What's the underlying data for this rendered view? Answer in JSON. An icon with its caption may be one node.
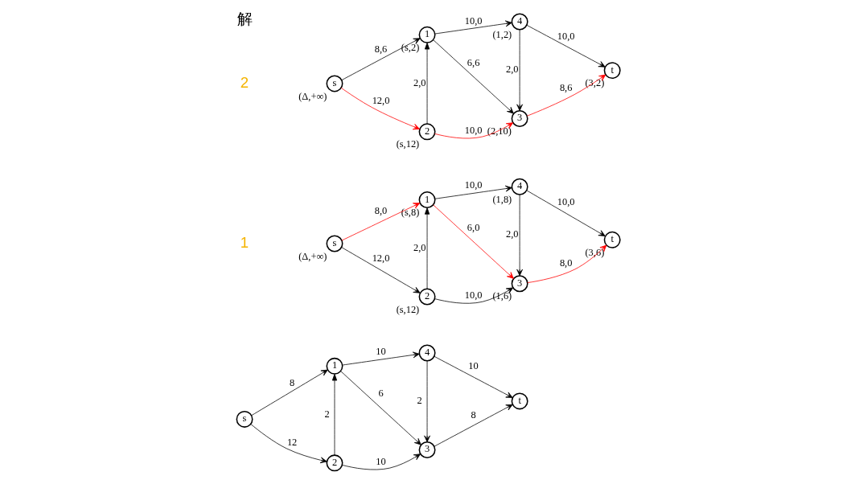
{
  "diagram": {
    "nodes": [
      {
        "text": [
          "s"
        ]
      },
      {
        "text": [
          "1"
        ]
      },
      {
        "text": [
          "2"
        ]
      },
      {
        "text": [
          "3"
        ]
      },
      {
        "text": [
          "4"
        ]
      },
      {
        "text": [
          "t"
        ]
      },
      {
        "text": [
          "s"
        ],
        "beside": [
          "(Δ,+∞)"
        ]
      },
      {
        "text": [
          "1"
        ],
        "beside": [
          "(s,8)"
        ]
      },
      {
        "text": [
          "2"
        ],
        "beside": [
          "(s,12)"
        ]
      },
      {
        "text": [
          "3"
        ],
        "beside": [
          "(1,6)"
        ]
      },
      {
        "text": [
          "4"
        ],
        "beside": [
          "(1,8)"
        ]
      },
      {
        "text": [
          "t"
        ],
        "beside": [
          "(3,6)"
        ]
      },
      {
        "text": [
          "s"
        ],
        "beside": [
          "(Δ,+∞)"
        ]
      },
      {
        "text": [
          "1"
        ],
        "beside": [
          "(s,2)"
        ]
      },
      {
        "text": [
          "2"
        ],
        "beside": [
          "(s,12)"
        ]
      },
      {
        "text": [
          "3"
        ],
        "beside": [
          "(2,10)"
        ]
      },
      {
        "text": [
          "4"
        ],
        "beside": [
          "(1,2)"
        ]
      },
      {
        "text": [
          "t"
        ],
        "beside": [
          "(3,2)"
        ]
      }
    ],
    "edges": [
      {
        "from": 0,
        "to": 1,
        "arrow": "to",
        "label": "8"
      },
      {
        "from": 0,
        "to": 2,
        "arrow": "to",
        "label": "12"
      },
      {
        "from": 2,
        "to": 1,
        "arrow": "to",
        "label": "2"
      },
      {
        "from": 1,
        "to": 4,
        "arrow": "to",
        "label": "10"
      },
      {
        "from": 1,
        "to": 3,
        "arrow": "to",
        "label": "6"
      },
      {
        "from": 4,
        "to": 3,
        "arrow": "to",
        "label": "2"
      },
      {
        "from": 4,
        "to": 5,
        "arrow": "to",
        "label": "10"
      },
      {
        "from": 2,
        "to": 3,
        "arrow": "to",
        "label": "10"
      },
      {
        "from": 3,
        "to": 5,
        "arrow": "to",
        "label": "8"
      },
      {
        "from": 6,
        "to": 7,
        "arrow": "to",
        "label": "8,0",
        "color": "#ff0000"
      },
      {
        "from": 6,
        "to": 8,
        "arrow": "to",
        "label": "12,0"
      },
      {
        "from": 8,
        "to": 7,
        "arrow": "to",
        "label": "2,0"
      },
      {
        "from": 7,
        "to": 10,
        "arrow": "to",
        "label": "10,0"
      },
      {
        "from": 7,
        "to": 9,
        "arrow": "to",
        "label": "6,0",
        "color": "#ff0000"
      },
      {
        "from": 10,
        "to": 9,
        "arrow": "to",
        "label": "2,0"
      },
      {
        "from": 10,
        "to": 11,
        "arrow": "to",
        "label": "10,0"
      },
      {
        "from": 8,
        "to": 9,
        "arrow": "to",
        "label": "10,0"
      },
      {
        "from": 9,
        "to": 11,
        "arrow": "to",
        "label": "8,0",
        "color": "#ff0000"
      },
      {
        "from": 12,
        "to": 13,
        "arrow": "to",
        "label": "8,6"
      },
      {
        "from": 12,
        "to": 14,
        "arrow": "to",
        "label": "12,0",
        "color": "#ff0000"
      },
      {
        "from": 14,
        "to": 13,
        "arrow": "to",
        "label": "2,0"
      },
      {
        "from": 13,
        "to": 16,
        "arrow": "to",
        "label": "10,0"
      },
      {
        "from": 13,
        "to": 15,
        "arrow": "to",
        "label": "6,6"
      },
      {
        "from": 16,
        "to": 15,
        "arrow": "to",
        "label": "2,0"
      },
      {
        "from": 16,
        "to": 17,
        "arrow": "to",
        "label": "10,0"
      },
      {
        "from": 14,
        "to": 15,
        "arrow": "to",
        "label": "10,0",
        "color": "#ff0000"
      },
      {
        "from": 15,
        "to": 17,
        "arrow": "to",
        "label": "8,6",
        "color": "#ff0000"
      }
    ],
    "labels": [
      "解",
      "1",
      "2"
    ]
  }
}
